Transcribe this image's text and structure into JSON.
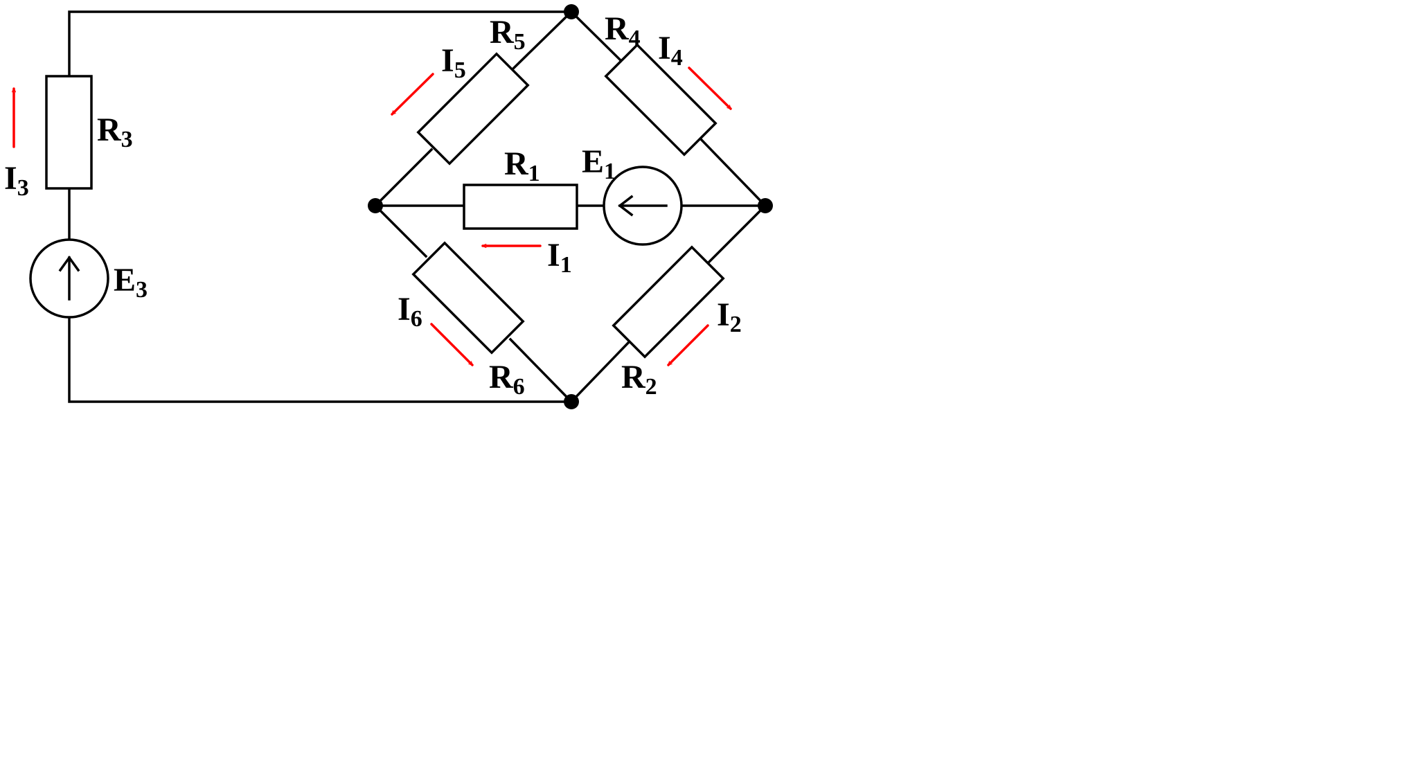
{
  "labels": {
    "R1": {
      "letter": "R",
      "sub": "1"
    },
    "R2": {
      "letter": "R",
      "sub": "2"
    },
    "R3": {
      "letter": "R",
      "sub": "3"
    },
    "R4": {
      "letter": "R",
      "sub": "4"
    },
    "R5": {
      "letter": "R",
      "sub": "5"
    },
    "R6": {
      "letter": "R",
      "sub": "6"
    },
    "E1": {
      "letter": "E",
      "sub": "1"
    },
    "E3": {
      "letter": "E",
      "sub": "3"
    },
    "I1": {
      "letter": "I",
      "sub": "1"
    },
    "I2": {
      "letter": "I",
      "sub": "2"
    },
    "I3": {
      "letter": "I",
      "sub": "3"
    },
    "I4": {
      "letter": "I",
      "sub": "4"
    },
    "I5": {
      "letter": "I",
      "sub": "5"
    },
    "I6": {
      "letter": "I",
      "sub": "6"
    }
  },
  "colors": {
    "wire": "#000000",
    "current_arrow": "#ff0000",
    "background": "#ffffff"
  }
}
